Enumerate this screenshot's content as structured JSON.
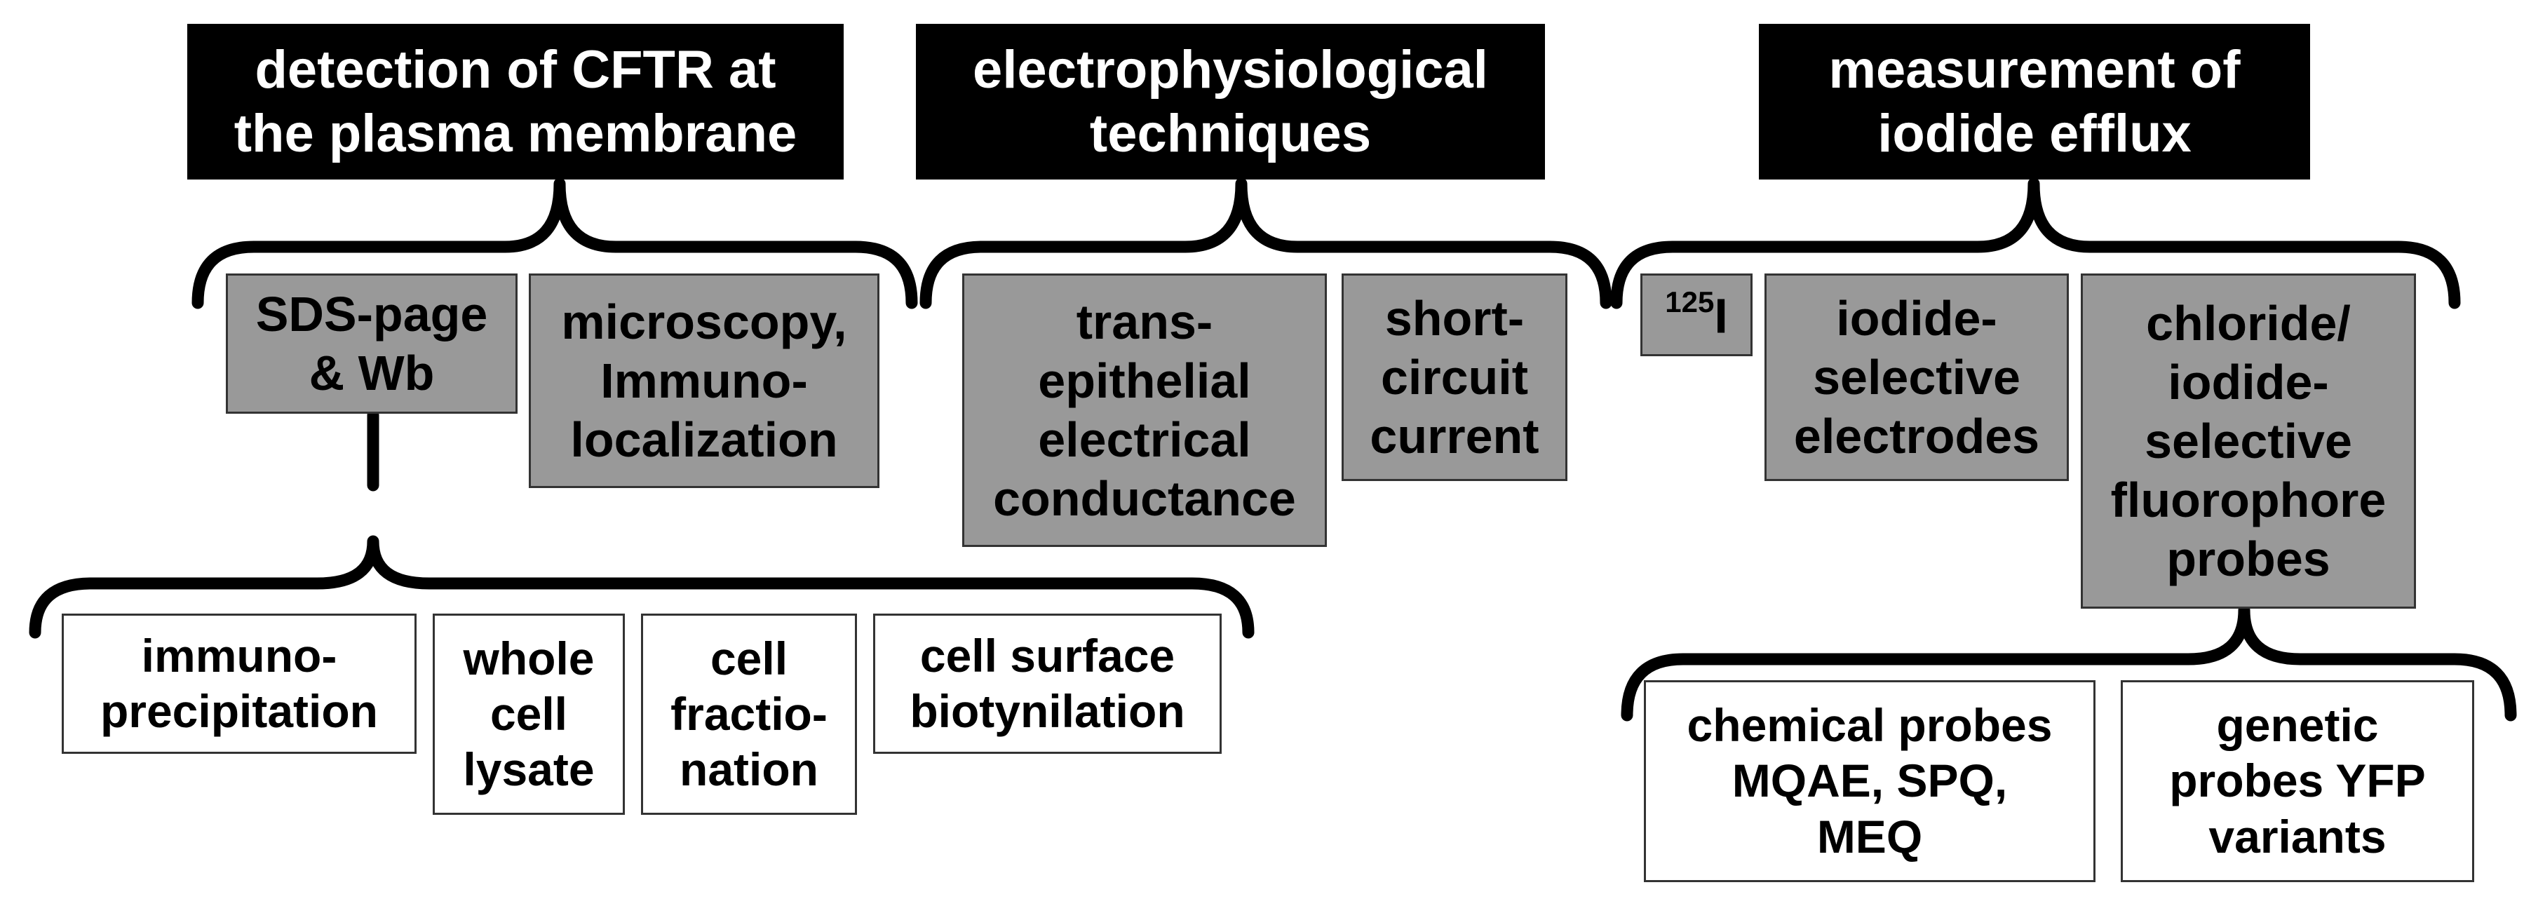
{
  "headers": {
    "detection": "detection of CFTR at\nthe plasma membrane",
    "electrophysiology": "electrophysiological\ntechniques",
    "iodide_efflux": "measurement of\niodide efflux"
  },
  "detection_methods": {
    "sds_page": "SDS-page\n& Wb",
    "microscopy": "microscopy,\nImmuno-\nlocalization"
  },
  "wb_samples": {
    "immunoprecipitation": "immuno-\nprecipitation",
    "whole_cell_lysate": "whole\ncell\nlysate",
    "cell_fractionation": "cell\nfractio-\nnation",
    "surface_biotinylation": "cell surface\nbiotynilation"
  },
  "electro_methods": {
    "transepithelial": "trans-\nepithelial\nelectrical\nconductance",
    "short_circuit": "short-\ncircuit\ncurrent"
  },
  "efflux_methods": {
    "isotope_mass": "125",
    "isotope_symbol": "I",
    "iodide_electrodes": "iodide-\nselective\nelectrodes",
    "fluorophore_probes": "chloride/\niodide-\nselective\nfluorophore\nprobes"
  },
  "probe_types": {
    "chemical": "chemical probes\nMQAE, SPQ,\nMEQ",
    "genetic": "genetic\nprobes YFP\nvariants"
  }
}
